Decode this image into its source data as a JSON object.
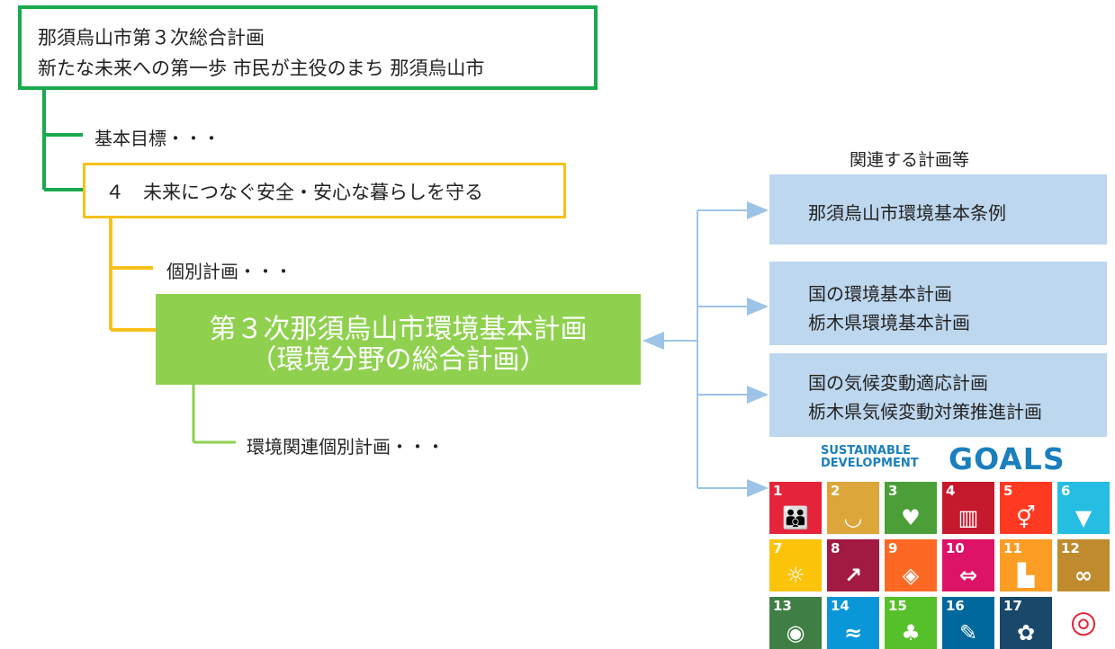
{
  "top_box": {
    "line1": "那須烏山市第３次総合計画",
    "line2": "新たな未来への第一歩 市民が主役のまち 那須烏山市"
  },
  "basic_goal_label": "基本目標・・・",
  "goal_box": "４　未来につなぐ安全・安心な暮らしを守る",
  "individual_plan_label": "個別計画・・・",
  "main_box": {
    "line1": "第３次那須烏山市環境基本計画",
    "line2": "（環境分野の総合計画）"
  },
  "env_individual_label": "環境関連個別計画・・・",
  "related": {
    "heading": "関連する計画等",
    "boxes": [
      {
        "lines": [
          "那須烏山市環境基本条例"
        ]
      },
      {
        "lines": [
          "国の環境基本計画",
          "栃木県環境基本計画"
        ]
      },
      {
        "lines": [
          "国の気候変動適応計画",
          "栃木県気候変動対策推進計画"
        ]
      }
    ]
  },
  "sdgs": {
    "title_small_1": "SUSTAINABLE",
    "title_small_2": "DEVELOPMENT",
    "title_big": "GOALS",
    "tiles": [
      {
        "num": "1",
        "color": "#e5243b",
        "icon": "family-icon"
      },
      {
        "num": "2",
        "color": "#dda63a",
        "icon": "bowl-icon"
      },
      {
        "num": "3",
        "color": "#4c9f38",
        "icon": "heartbeat-icon"
      },
      {
        "num": "4",
        "color": "#c5192d",
        "icon": "book-icon"
      },
      {
        "num": "5",
        "color": "#ff3a21",
        "icon": "gender-icon"
      },
      {
        "num": "6",
        "color": "#26bde2",
        "icon": "water-icon"
      },
      {
        "num": "7",
        "color": "#fcc30b",
        "icon": "sun-icon"
      },
      {
        "num": "8",
        "color": "#a21942",
        "icon": "growth-chart-icon"
      },
      {
        "num": "9",
        "color": "#fd6925",
        "icon": "cubes-icon"
      },
      {
        "num": "10",
        "color": "#dd1367",
        "icon": "equality-icon"
      },
      {
        "num": "11",
        "color": "#fd9d24",
        "icon": "city-icon"
      },
      {
        "num": "12",
        "color": "#bf8b2e",
        "icon": "infinity-icon"
      },
      {
        "num": "13",
        "color": "#3f7e44",
        "icon": "earth-eye-icon"
      },
      {
        "num": "14",
        "color": "#0a97d9",
        "icon": "fish-icon"
      },
      {
        "num": "15",
        "color": "#56c02b",
        "icon": "tree-icon"
      },
      {
        "num": "16",
        "color": "#00689d",
        "icon": "dove-icon"
      },
      {
        "num": "17",
        "color": "#19486a",
        "icon": "partnership-icon"
      },
      {
        "num": "",
        "color": "#ffffff",
        "icon": "sdg-wheel-icon"
      }
    ]
  },
  "colors": {
    "green_line": "#1aa94e",
    "yellow_line": "#f6c11a",
    "light_green_line": "#8fd14f",
    "arrow_blue": "#9dc3e6"
  }
}
